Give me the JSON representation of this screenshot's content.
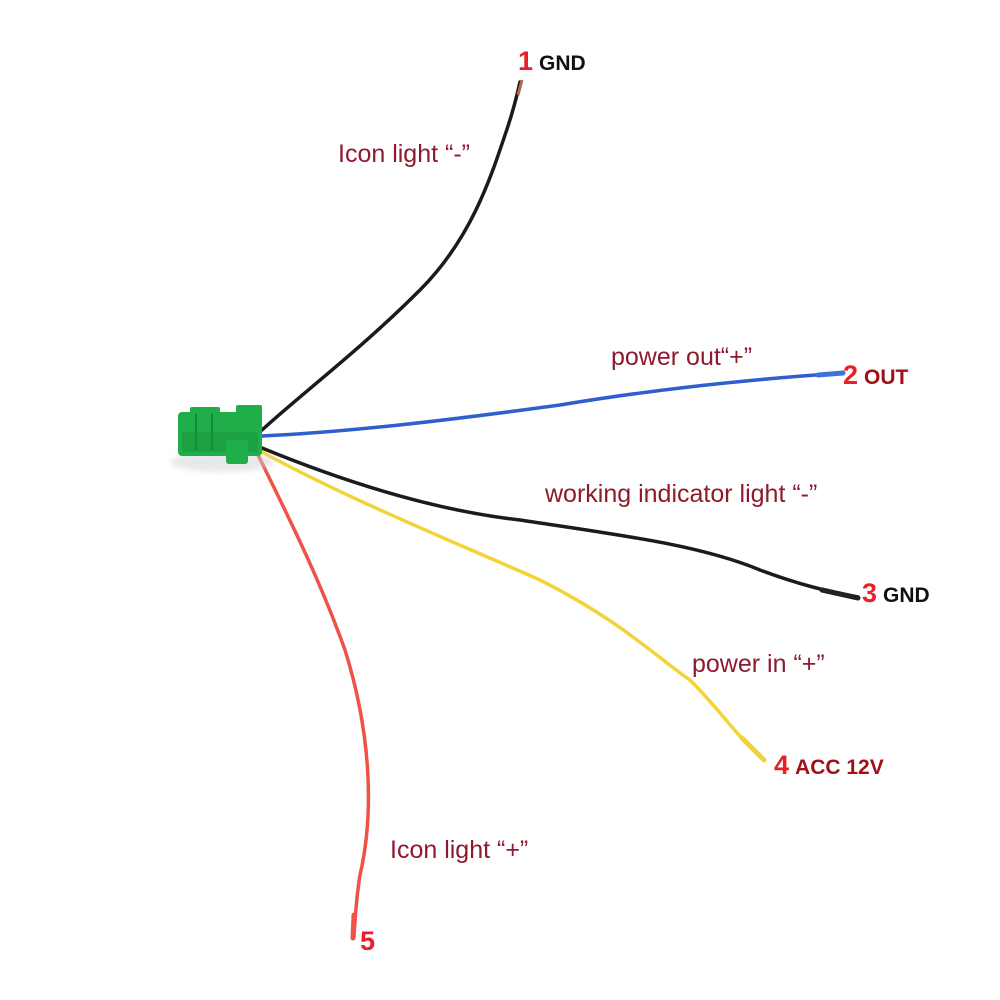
{
  "colors": {
    "connector": "#1fae4a",
    "connector_dark": "#138a36",
    "wire_black": "#1b1b1b",
    "wire_blue": "#2f5fcf",
    "wire_yellow": "#f2d33a",
    "wire_red": "#ef5247",
    "label_text": "#8e1a2e",
    "pin_number": "#e8202a"
  },
  "wires": [
    {
      "pin": "1",
      "signal": "GND",
      "signal_color": "black",
      "description": "Icon light “-”",
      "wire_color": "black"
    },
    {
      "pin": "2",
      "signal": "OUT",
      "signal_color": "red",
      "description": "power out“+”",
      "wire_color": "blue"
    },
    {
      "pin": "3",
      "signal": "GND",
      "signal_color": "black",
      "description": "working indicator light “-”",
      "wire_color": "black"
    },
    {
      "pin": "4",
      "signal": "ACC 12V",
      "signal_color": "red",
      "description": "power in “+”",
      "wire_color": "yellow"
    },
    {
      "pin": "5",
      "signal": "",
      "signal_color": "red",
      "description": "Icon light “+”",
      "wire_color": "red"
    }
  ]
}
